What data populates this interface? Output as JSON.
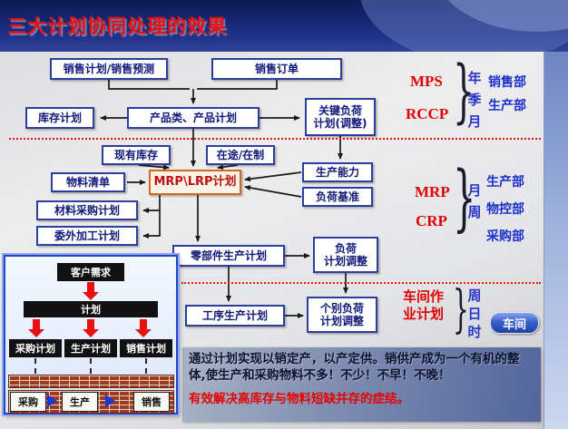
{
  "header": {
    "title": "三大计划协同处理的效果"
  },
  "flow": {
    "sales_plan_forecast": "销售计划/销售预测",
    "sales_order": "销售订单",
    "inventory_plan": "库存计划",
    "product_plan": "产品类、产品计划",
    "key_load_plan": "关键负荷\n计划(调整)",
    "current_inventory": "现有库存",
    "in_transit": "在途/在制",
    "bom": "物料清单",
    "mrp_lrp": "MRP\\LRP计划",
    "material_purchase_plan": "材料采购计划",
    "outsourcing_plan": "委外加工计划",
    "production_capacity": "生产能力",
    "load_baseline": "负荷基准",
    "parts_production_plan": "零部件生产计划",
    "load_plan_adjust": "负荷\n计划调整",
    "process_production_plan": "工序生产计划",
    "individual_load_adjust": "个别负荷\n计划调整"
  },
  "stages": {
    "mps": {
      "label1": "MPS",
      "label2": "RCCP",
      "period": "年季月",
      "depts": [
        "销售部",
        "生产部"
      ]
    },
    "mrp": {
      "label1": "MRP",
      "label2": "CRP",
      "period": "月周",
      "depts": [
        "生产部",
        "物控部",
        "采购部"
      ]
    },
    "workshop": {
      "label": "车间作\n业计划",
      "period": "周日时",
      "dept": "车间"
    }
  },
  "mini": {
    "customer_demand": "客户需求",
    "plan": "计划",
    "purchase_plan": "采购计划",
    "production_plan": "生产计划",
    "sales_plan": "销售计划",
    "purchase": "采购",
    "production": "生产",
    "sales": "销售"
  },
  "summary": {
    "main": "通过计划实现以销定产，以产定供。销供产成为一个有机的整体,使生产和采购物料不多！不少！不早！不晚！",
    "highlight": "有效解决高库存与物料短缺并存的症结。"
  }
}
